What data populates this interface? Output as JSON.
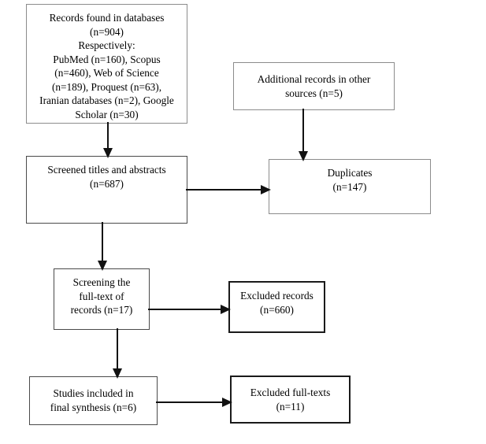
{
  "diagram": {
    "type": "prisma-flow-diagram",
    "title": "PRISMA study selection flow diagram",
    "background_color": "#ffffff",
    "text_color": "#000000",
    "line_color": "#111111",
    "nodes": [
      {
        "id": "records",
        "name": "records-found-box",
        "text": "Records found in databases\n(n=904)\nRespectively:\nPubMed (n=160), Scopus\n(n=460), Web of Science\n(n=189), Proquest (n=63),\nIranian databases (n=2), Google\nScholar (n=30)",
        "count": 904,
        "sources": [
          {
            "name": "PubMed",
            "n": 160
          },
          {
            "name": "Scopus",
            "n": 460
          },
          {
            "name": "Web of Science",
            "n": 189
          },
          {
            "name": "Proquest",
            "n": 63
          },
          {
            "name": "Iranian databases",
            "n": 2
          },
          {
            "name": "Google Scholar",
            "n": 30
          }
        ]
      },
      {
        "id": "additional",
        "name": "additional-records-box",
        "text": "Additional records in other\nsources (n=5)",
        "count": 5
      },
      {
        "id": "screened",
        "name": "screened-titles-box",
        "text": "Screened titles and abstracts\n(n=687)",
        "count": 687
      },
      {
        "id": "duplicates",
        "name": "duplicates-box",
        "text": "Duplicates\n(n=147)",
        "count": 147
      },
      {
        "id": "fulltext",
        "name": "screening-fulltext-box",
        "text": "Screening the\nfull-text of\nrecords (n=17)",
        "count": 17
      },
      {
        "id": "excluded_records",
        "name": "excluded-records-box",
        "text": "Excluded records\n(n=660)",
        "count": 660
      },
      {
        "id": "included",
        "name": "studies-included-box",
        "text": "Studies included in\nfinal synthesis (n=6)",
        "count": 6
      },
      {
        "id": "excluded_fulltexts",
        "name": "excluded-fulltexts-box",
        "text": "Excluded full-texts\n(n=11)",
        "count": 11
      }
    ],
    "edges": [
      {
        "from": "records",
        "to": "screened",
        "direction": "down"
      },
      {
        "from": "additional",
        "to": "duplicates",
        "direction": "down"
      },
      {
        "from": "screened",
        "to": "duplicates",
        "direction": "right"
      },
      {
        "from": "screened",
        "to": "fulltext",
        "direction": "down"
      },
      {
        "from": "fulltext",
        "to": "excluded_records",
        "direction": "right"
      },
      {
        "from": "fulltext",
        "to": "included",
        "direction": "down"
      },
      {
        "from": "included",
        "to": "excluded_fulltexts",
        "direction": "right"
      }
    ]
  }
}
